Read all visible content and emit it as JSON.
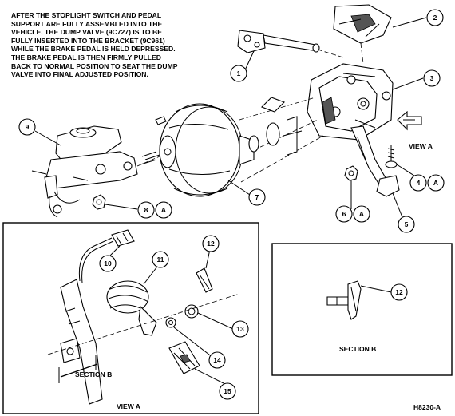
{
  "note": "AFTER THE STOPLIGHT SWITCH AND PEDAL SUPPORT ARE FULLY ASSEMBLED INTO THE VEHICLE, THE DUMP VALVE (9C727) IS TO BE FULLY INSERTED INTO THE BRACKET (9C961) WHILE THE BRAKE PEDAL IS HELD DEPRESSED. THE BRAKE PEDAL IS THEN FIRMLY PULLED BACK TO NORMAL POSITION TO SEAT THE DUMP VALVE INTO FINAL ADJUSTED POSITION.",
  "callouts": [
    "1",
    "2",
    "3",
    "4",
    "5",
    "6",
    "7",
    "8",
    "9",
    "10",
    "11",
    "12",
    "13",
    "14",
    "15",
    "12"
  ],
  "refs": [
    "A",
    "A",
    "A"
  ],
  "view_a_arrow_label": "VIEW A",
  "inset_left": {
    "caption": "VIEW A",
    "section_label": "SECTION B"
  },
  "inset_right": {
    "caption": "SECTION B"
  },
  "figure_id": "H8230-A"
}
